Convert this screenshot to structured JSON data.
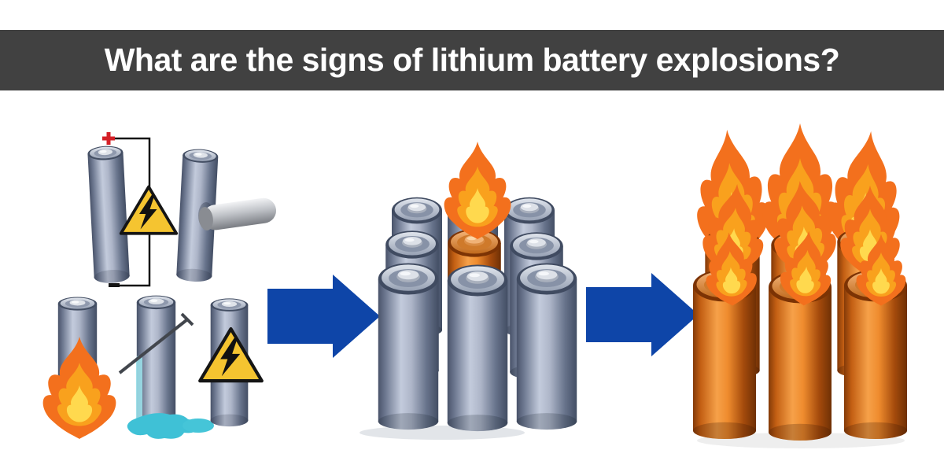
{
  "header": {
    "title": "What are the signs of lithium battery explosions?",
    "background_color": "#414141",
    "text_color": "#ffffff"
  },
  "flow": {
    "arrow_color": "#0e45a8",
    "direction": "left-to-right",
    "stages": [
      {
        "id": "abuse-causes",
        "icons": [
          "overcharge-circuit-icon",
          "plus-terminal-icon",
          "minus-terminal-icon",
          "high-voltage-triangle-icon",
          "crush-rod-icon",
          "burning-cell-icon",
          "nail-puncture-icon",
          "electrolyte-leak-icon",
          "short-circuit-triangle-icon"
        ]
      },
      {
        "id": "cell-ignition",
        "icons": [
          "battery-pack-icon",
          "overheating-orange-cell-icon",
          "flame-icon"
        ]
      },
      {
        "id": "pack-fire",
        "icons": [
          "burning-battery-pack-icon",
          "flame-icon"
        ]
      }
    ]
  },
  "palette": {
    "battery_gray_light": "#c3cbdc",
    "battery_gray_dark": "#49536a",
    "battery_orange_light": "#f6a149",
    "battery_orange_dark": "#843a08",
    "flame_outer": "#f3701d",
    "flame_mid": "#f9a11d",
    "flame_inner": "#ffd94e",
    "warning_yellow": "#f5c430",
    "warning_outline": "#151515",
    "leak_blue": "#3fc1d6",
    "terminal_red": "#d42027",
    "wire_black": "#141414"
  }
}
